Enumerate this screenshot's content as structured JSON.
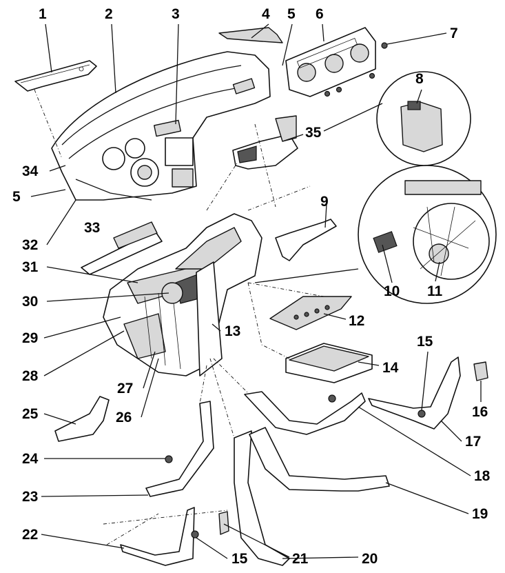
{
  "labels": {
    "l1": "1",
    "l2": "2",
    "l3": "3",
    "l4": "4",
    "l5a": "5",
    "l6": "6",
    "l7": "7",
    "l8": "8",
    "l9": "9",
    "l10": "10",
    "l11": "11",
    "l12": "12",
    "l13": "13",
    "l14": "14",
    "l15a": "15",
    "l16": "16",
    "l17": "17",
    "l18": "18",
    "l19": "19",
    "l20": "20",
    "l21": "21",
    "l22": "22",
    "l15b": "15",
    "l23": "23",
    "l24": "24",
    "l25": "25",
    "l26": "26",
    "l27": "27",
    "l28": "28",
    "l29": "29",
    "l30": "30",
    "l31": "31",
    "l32": "32",
    "l33": "33",
    "l34": "34",
    "l5b": "5",
    "l35": "35"
  }
}
